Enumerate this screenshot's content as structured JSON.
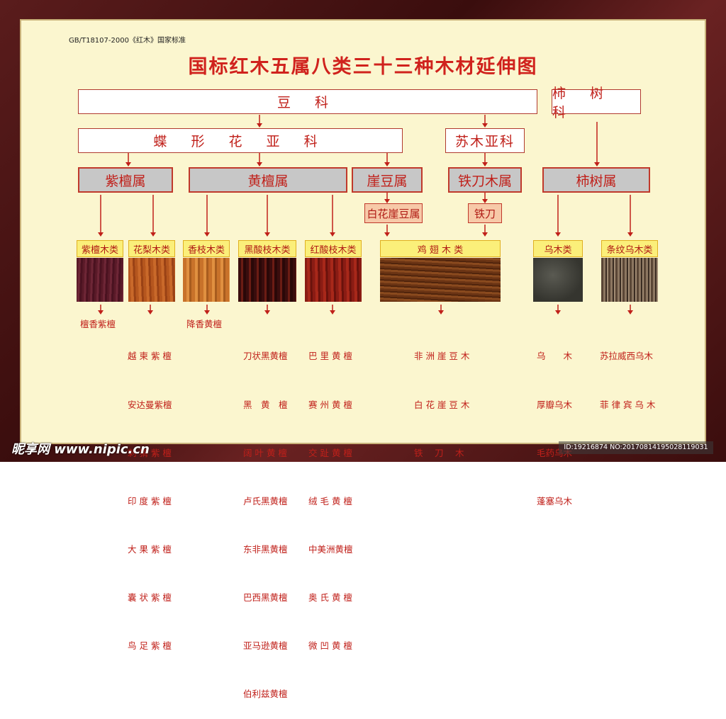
{
  "standard": "GB/T18107-2000《红木》国家标准",
  "title": "国标红木五属八类三十三种木材延伸图",
  "families": {
    "legume": "豆 科",
    "persimmon": "柿 树 科"
  },
  "subfamilies": {
    "papilionoideae": "蝶 形 花 亚 科",
    "caesalpinioideae": "苏木亚科"
  },
  "genera": {
    "zitan": "紫檀属",
    "huangtan": "黄檀属",
    "yadou": "崖豆属",
    "tiedaomu": "铁刀木属",
    "shishu": "柿树属"
  },
  "subgroups": {
    "baihua": "白花崖豆属",
    "tiedao": "铁刀"
  },
  "categories": {
    "zitanmu": "紫檀木类",
    "hualimu": "花梨木类",
    "xiangzhimu": "香枝木类",
    "heisuanzhi": "黑酸枝木类",
    "hongsuanzhi": "红酸枝木类",
    "jichimu": "鸡 翅 木 类",
    "wumu": "乌木类",
    "tiaowen": "条纹乌木类"
  },
  "species": {
    "zitanmu": [
      "檀香紫檀"
    ],
    "hualimu": [
      "越 柬 紫 檀",
      "安达曼紫檀",
      "刺 猬 紫 檀",
      "印 度 紫 檀",
      "大 果 紫 檀",
      "囊 状 紫 檀",
      "鸟 足 紫 檀"
    ],
    "xiangzhimu": [
      "降香黄檀"
    ],
    "heisuanzhi": [
      "刀状黑黄檀",
      "黑　黄　檀",
      "阔 叶 黄 檀",
      "卢氏黑黄檀",
      "东非黑黄檀",
      "巴西黑黄檀",
      "亚马逊黄檀",
      "伯利兹黄檀"
    ],
    "hongsuanzhi": [
      "巴 里 黄 檀",
      "赛 州 黄 檀",
      "交 趾 黄 檀",
      "绒 毛 黄 檀",
      "中美洲黄檀",
      "奥 氏 黄 檀",
      "微 凹 黄 檀"
    ],
    "jichimu": [
      "非 洲 崖 豆 木",
      "白 花 崖 豆 木",
      "铁　 刀　 木"
    ],
    "wumu": [
      "乌　　木",
      "厚瓣乌木",
      "毛药乌木",
      "蓬塞乌木"
    ],
    "tiaowen": [
      "苏拉威西乌木",
      "菲 律 宾 乌 木"
    ]
  },
  "watermark": {
    "left": "昵享网 www.nipic.cn",
    "right": "ID:19216874 NO:20170814195028119031"
  },
  "colors": {
    "accent": "#c0201a",
    "background": "#fbf6cf",
    "frame": "#4a1414"
  }
}
